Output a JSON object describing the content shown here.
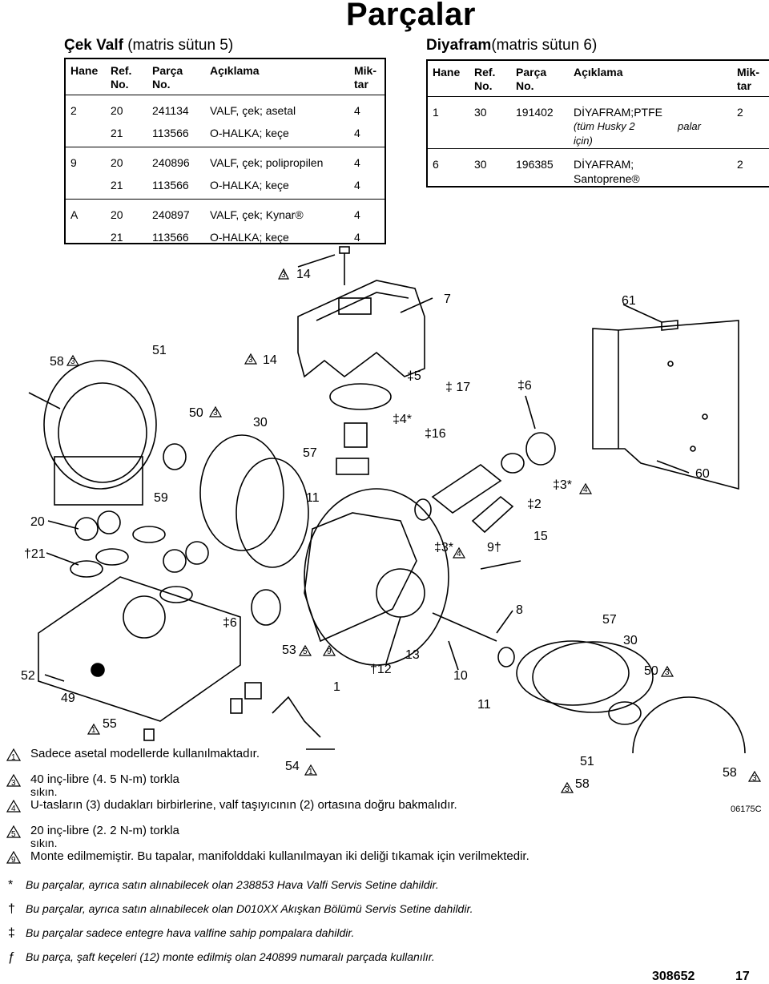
{
  "page_title": "Parçalar",
  "check_valve": {
    "title": "Çek Valf",
    "subtitle": "(matris sütun 5)",
    "headers": [
      "Hane",
      "Ref. No.",
      "Parça No.",
      "Açıklama",
      "Mik-tar"
    ],
    "rows": [
      {
        "hane": "2",
        "ref": "20",
        "part": "241134",
        "desc": "VALF, çek; asetal",
        "qty": "4"
      },
      {
        "hane": "",
        "ref": "21",
        "part": "113566",
        "desc": "O-HALKA; keçe",
        "qty": "4"
      },
      {
        "hane": "9",
        "ref": "20",
        "part": "240896",
        "desc": "VALF, çek; polipropilen",
        "qty": "4"
      },
      {
        "hane": "",
        "ref": "21",
        "part": "113566",
        "desc": "O-HALKA; keçe",
        "qty": "4"
      },
      {
        "hane": "A",
        "ref": "20",
        "part": "240897",
        "desc": "VALF, çek; Kynar®",
        "qty": "4"
      },
      {
        "hane": "",
        "ref": "21",
        "part": "113566",
        "desc": "O-HALKA; keçe",
        "qty": "4"
      }
    ]
  },
  "diaphragm": {
    "title": "Diyafram",
    "subtitle": "(matris sütun 6)",
    "headers": [
      "Hane",
      "Ref. No.",
      "Parça No.",
      "Açıklama",
      "Mik-tar"
    ],
    "rows": [
      {
        "hane": "1",
        "ref": "30",
        "part": "191402",
        "desc": "DİYAFRAM;PTFE",
        "desc2": "(tüm Husky 2",
        "desc3": "palar",
        "desc4": "için)",
        "qty": "2"
      },
      {
        "hane": "6",
        "ref": "30",
        "part": "196385",
        "desc": "DİYAFRAM;",
        "desc2": "Santoprene®",
        "qty": "2"
      }
    ]
  },
  "callouts": {
    "c14a": "14",
    "c7": "7",
    "c61": "61",
    "c58a": "58",
    "c51a": "51",
    "c14b": "14",
    "c5": "‡5",
    "c17": "‡ 17",
    "c6a": "‡6",
    "c50a": "50",
    "c30a": "30",
    "c4": "‡4*",
    "c16": "‡16",
    "c57a": "57",
    "c60": "60",
    "c20": "20",
    "c59": "59",
    "c11a": "11",
    "c3a": "‡3*",
    "c2": "‡2",
    "c21": "†21",
    "c15": "15",
    "c3b": "‡3*",
    "c9": "9†",
    "c8": "8",
    "c6b": "‡6",
    "c57b": "57",
    "c30b": "30",
    "c53": "53",
    "c13": "13",
    "c52": "52",
    "c12": "†12",
    "c10": "10",
    "c50b": "50",
    "c49": "49",
    "c1": "1",
    "c11b": "11",
    "c55": "55",
    "c54": "54",
    "c51b": "51",
    "c58b": "58",
    "c58c": "58",
    "drawing_id": "06175C"
  },
  "notes": [
    {
      "mark": "1",
      "text": "Sadece asetal modellerde kullanılmaktadır."
    },
    {
      "mark": "3",
      "text": "40 inç-libre (4. 5 N-m) torkla",
      "text2": "sıkın."
    },
    {
      "mark": "4",
      "text": "U-tasların (3) dudakları birbirlerine, valf taşıyıcının (2) ortasına doğru bakmalıdır."
    },
    {
      "mark": "5",
      "text": "20 inç-libre (2. 2 N-m) torkla",
      "text2": "sıkın."
    },
    {
      "mark": "9",
      "text": "Monte edilmemiştir. Bu tapalar, manifolddaki kullanılmayan iki deliği tıkamak için verilmektedir."
    }
  ],
  "footnotes": [
    {
      "sym": "*",
      "text": "Bu parçalar, ayrıca satın alınabilecek olan 238853 Hava Valfi Servis Setine dahildir."
    },
    {
      "sym": "†",
      "text": "Bu parçalar, ayrıca satın alınabilecek olan D010XX Akışkan Bölümü Servis Setine dahildir."
    },
    {
      "sym": "‡",
      "text": "Bu parçalar sadece entegre hava valfine sahip pompalara dahildir."
    },
    {
      "sym": "ƒ",
      "text": "Bu parça, şaft keçeleri (12) monte edilmiş olan 240899 numaralı parçada kullanılır."
    }
  ],
  "page_footer": {
    "doc_number": "308652",
    "page_number": "17"
  }
}
